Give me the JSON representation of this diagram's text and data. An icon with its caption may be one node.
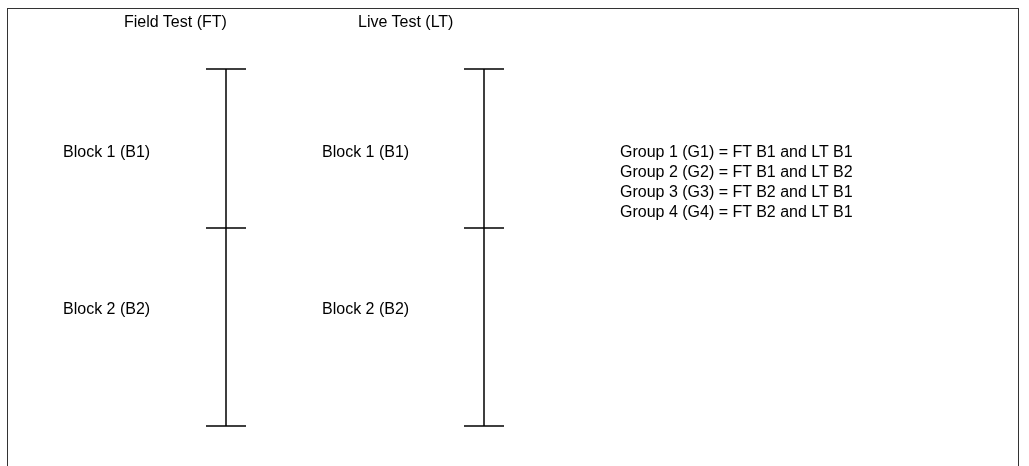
{
  "diagram": {
    "labels": [
      "Field Test (FT)",
      "Live Test (LT)",
      "Block 1 (B1)",
      "Block 1 (B1)",
      "Group 1 (G1) = FT B1 and LT B1",
      "Group 2 (G2) = FT B1 and LT B2",
      "Group 3 (G3) = FT B2 and LT B1",
      "Group 4 (G4) = FT B2 and LT B1",
      "Block 2 (B2)",
      "Block 2 (B2)"
    ]
  }
}
